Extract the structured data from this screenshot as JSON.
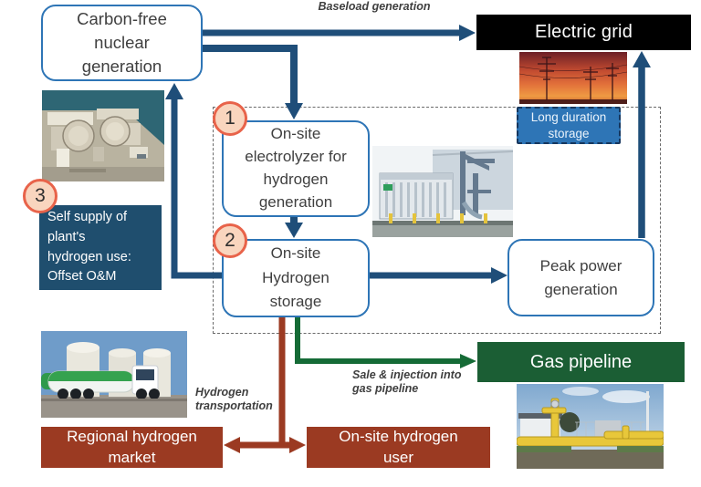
{
  "diagram": {
    "boxes": {
      "nuclear": {
        "label": "Carbon-free\nnuclear\ngeneration"
      },
      "electric_grid": {
        "label": "Electric grid"
      },
      "electrolyzer": {
        "label": "On-site\nelectrolyzer for\nhydrogen\ngeneration"
      },
      "hydrogen_storage": {
        "label": "On-site\nHydrogen\nstorage"
      },
      "peak_power": {
        "label": "Peak power\ngeneration"
      },
      "long_duration_storage": {
        "label": "Long duration\nstorage"
      },
      "self_supply": {
        "label": "Self supply of\nplant's\nhydrogen use:\nOffset O&M"
      },
      "gas_pipeline": {
        "label": "Gas pipeline"
      },
      "regional_market": {
        "label": "Regional hydrogen\nmarket"
      },
      "onsite_user": {
        "label": "On-site hydrogen\nuser"
      }
    },
    "step_badges": {
      "one": "1",
      "two": "2",
      "three": "3"
    },
    "annotations": {
      "baseload": "Baseload generation",
      "hydrogen_transportation": "Hydrogen\ntransportation",
      "sale_injection": "Sale & injection into\ngas pipeline"
    },
    "photos": {
      "nuclear_plant": "nuclear-power-plant-aerial-photo",
      "transmission_lines": "transmission-lines-sunset-photo",
      "electrolyzer_unit": "electrolyzer-facility-photo",
      "hydrogen_truck": "hydrogen-tanker-truck-photo",
      "gas_pipeline_yard": "yellow-gas-pipeline-station-photo"
    },
    "colors": {
      "arrow_navy": "#1f4e79",
      "box_border_blue": "#2e75b6",
      "self_supply_fill": "#1f4e6e",
      "long_duration_fill": "#2e75b6",
      "arrow_green": "#156b36",
      "gas_box_green": "#1b5e34",
      "hydrogen_red": "#9b3a22",
      "badge_fill": "#f9d5be",
      "badge_border": "#e8634a",
      "grid_black": "#000000"
    }
  }
}
